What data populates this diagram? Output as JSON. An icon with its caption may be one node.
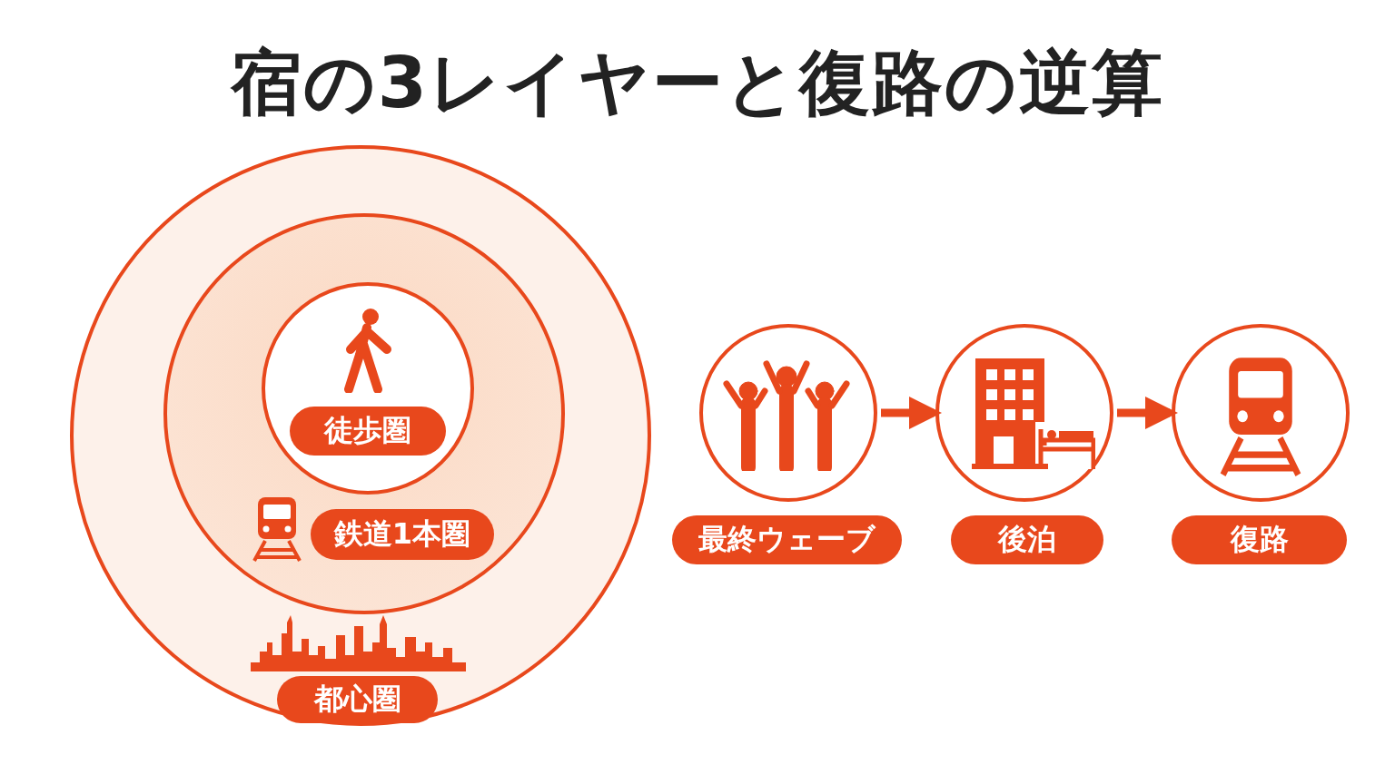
{
  "diagram": {
    "title": "宿の3レイヤーと復路の逆算",
    "nodes": [
      {
        "text": [
          "都心圏"
        ]
      },
      {
        "text": [
          "鉄道1本圏"
        ],
        "in": 0
      },
      {
        "text": [
          "徒歩圏"
        ],
        "in": 1
      },
      {
        "text": [
          "最終ウェーブ"
        ]
      },
      {
        "text": [
          "後泊"
        ]
      },
      {
        "text": [
          "復路"
        ]
      }
    ],
    "edges": [
      {
        "from": 3,
        "to": 4,
        "arrow": "to"
      },
      {
        "from": 4,
        "to": 5,
        "arrow": "to"
      }
    ]
  }
}
